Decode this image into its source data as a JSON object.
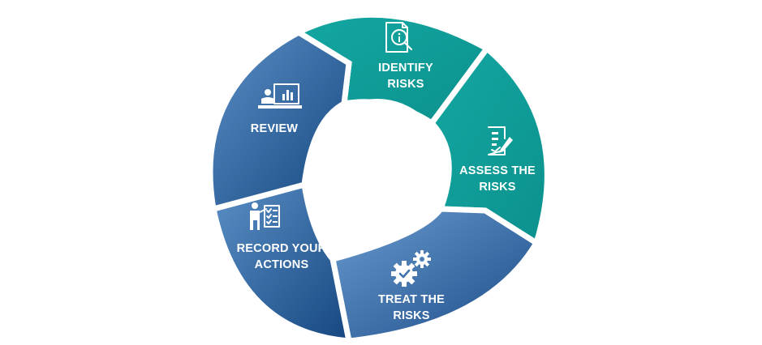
{
  "diagram": {
    "type": "cycle",
    "colors": {
      "teal": "#0e9c98",
      "blue_light": "#4a7fb8",
      "blue_dark": "#1a4b86",
      "background": "#ffffff"
    },
    "segments": [
      {
        "id": "identify",
        "line1": "IDENTIFY",
        "line2": "RISKS",
        "icon": "document-search-icon",
        "color": "teal"
      },
      {
        "id": "assess",
        "line1": "ASSESS THE",
        "line2": "RISKS",
        "icon": "checklist-pen-icon",
        "color": "teal"
      },
      {
        "id": "treat",
        "line1": "TREAT THE",
        "line2": "RISKS",
        "icon": "gears-check-icon",
        "color": "blue"
      },
      {
        "id": "record",
        "line1": "RECORD YOUR",
        "line2": "ACTIONS",
        "icon": "presenter-checklist-icon",
        "color": "blue"
      },
      {
        "id": "review",
        "line1": "REVIEW",
        "line2": "",
        "icon": "presentation-monitor-icon",
        "color": "blue"
      }
    ]
  }
}
